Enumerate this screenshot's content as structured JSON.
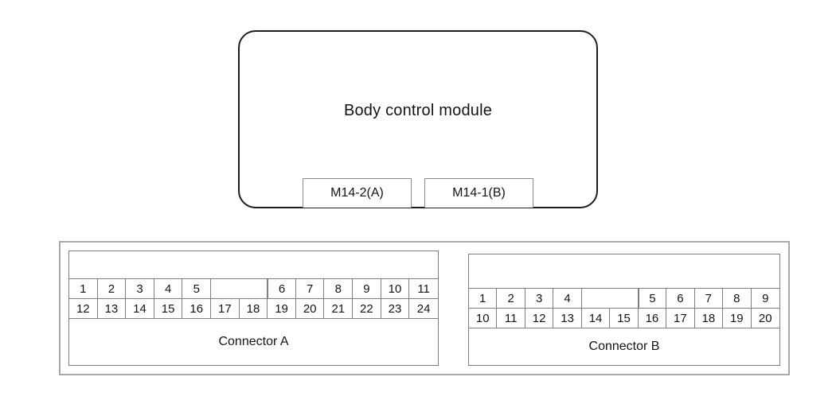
{
  "module": {
    "title": "Body control module",
    "tabs": [
      {
        "label": "M14-2(A)"
      },
      {
        "label": "M14-1(B)"
      }
    ]
  },
  "connectors": [
    {
      "id": "a",
      "label": "Connector A",
      "columns": 13,
      "top_row": [
        {
          "text": "1",
          "span": 1,
          "blank": false
        },
        {
          "text": "2",
          "span": 1,
          "blank": false
        },
        {
          "text": "3",
          "span": 1,
          "blank": false
        },
        {
          "text": "4",
          "span": 1,
          "blank": false
        },
        {
          "text": "5",
          "span": 1,
          "blank": false
        },
        {
          "text": "",
          "span": 2,
          "blank": true
        },
        {
          "text": "6",
          "span": 1,
          "blank": false
        },
        {
          "text": "7",
          "span": 1,
          "blank": false
        },
        {
          "text": "8",
          "span": 1,
          "blank": false
        },
        {
          "text": "9",
          "span": 1,
          "blank": false
        },
        {
          "text": "10",
          "span": 1,
          "blank": false
        },
        {
          "text": "11",
          "span": 1,
          "blank": false
        }
      ],
      "bottom_row": [
        {
          "text": "12",
          "span": 1,
          "blank": false
        },
        {
          "text": "13",
          "span": 1,
          "blank": false
        },
        {
          "text": "14",
          "span": 1,
          "blank": false
        },
        {
          "text": "15",
          "span": 1,
          "blank": false
        },
        {
          "text": "16",
          "span": 1,
          "blank": false
        },
        {
          "text": "17",
          "span": 1,
          "blank": false
        },
        {
          "text": "18",
          "span": 1,
          "blank": false
        },
        {
          "text": "19",
          "span": 1,
          "blank": false
        },
        {
          "text": "20",
          "span": 1,
          "blank": false
        },
        {
          "text": "21",
          "span": 1,
          "blank": false
        },
        {
          "text": "22",
          "span": 1,
          "blank": false
        },
        {
          "text": "23",
          "span": 1,
          "blank": false
        },
        {
          "text": "24",
          "span": 1,
          "blank": false
        }
      ]
    },
    {
      "id": "b",
      "label": "Connector B",
      "columns": 11,
      "top_row": [
        {
          "text": "1",
          "span": 1,
          "blank": false
        },
        {
          "text": "2",
          "span": 1,
          "blank": false
        },
        {
          "text": "3",
          "span": 1,
          "blank": false
        },
        {
          "text": "4",
          "span": 1,
          "blank": false
        },
        {
          "text": "",
          "span": 2,
          "blank": true
        },
        {
          "text": "5",
          "span": 1,
          "blank": false
        },
        {
          "text": "6",
          "span": 1,
          "blank": false
        },
        {
          "text": "7",
          "span": 1,
          "blank": false
        },
        {
          "text": "8",
          "span": 1,
          "blank": false
        },
        {
          "text": "9",
          "span": 1,
          "blank": false
        }
      ],
      "bottom_row": [
        {
          "text": "10",
          "span": 1,
          "blank": false
        },
        {
          "text": "11",
          "span": 1,
          "blank": false
        },
        {
          "text": "12",
          "span": 1,
          "blank": false
        },
        {
          "text": "13",
          "span": 1,
          "blank": false
        },
        {
          "text": "14",
          "span": 1,
          "blank": false
        },
        {
          "text": "15",
          "span": 1,
          "blank": false
        },
        {
          "text": "16",
          "span": 1,
          "blank": false
        },
        {
          "text": "17",
          "span": 1,
          "blank": false
        },
        {
          "text": "18",
          "span": 1,
          "blank": false
        },
        {
          "text": "19",
          "span": 1,
          "blank": false
        },
        {
          "text": "20",
          "span": 1,
          "blank": false
        }
      ]
    }
  ],
  "colors": {
    "module_stroke": "#1d1d1d",
    "cell_stroke": "#7d7d7d",
    "frame_stroke": "#a8a8a8",
    "text": "#141414",
    "background": "#ffffff"
  }
}
